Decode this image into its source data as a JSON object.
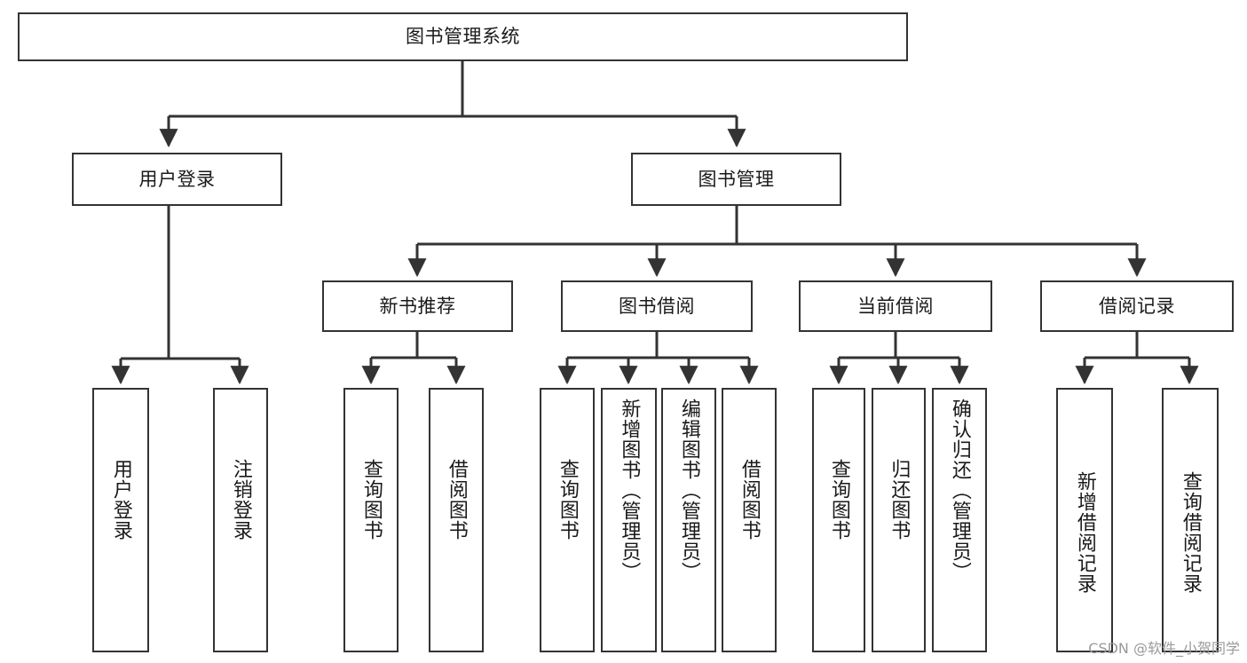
{
  "diagram": {
    "title": "图书管理系统",
    "type": "tree",
    "stroke_color": "#333333",
    "fill_color": "#ffffff",
    "text_color": "#1a1a1a",
    "root": {
      "id": "root",
      "label": "图书管理系统"
    },
    "level1": [
      {
        "id": "user-login",
        "label": "用户登录"
      },
      {
        "id": "book-manage",
        "label": "图书管理"
      }
    ],
    "level2": [
      {
        "id": "new-book-rec",
        "label": "新书推荐"
      },
      {
        "id": "book-borrow",
        "label": "图书借阅"
      },
      {
        "id": "current-borrow",
        "label": "当前借阅"
      },
      {
        "id": "borrow-record",
        "label": "借阅记录"
      }
    ],
    "leaves": [
      {
        "id": "leaf-user-login",
        "label": "用户登录",
        "parent": "user-login"
      },
      {
        "id": "leaf-user-logout",
        "label": "注销登录",
        "parent": "user-login"
      },
      {
        "id": "leaf-query-book-1",
        "label": "查询图书",
        "parent": "new-book-rec"
      },
      {
        "id": "leaf-borrow-book-1",
        "label": "借阅图书",
        "parent": "new-book-rec"
      },
      {
        "id": "leaf-query-book-2",
        "label": "查询图书",
        "parent": "book-borrow"
      },
      {
        "id": "leaf-add-book",
        "label": "新增图书（管理员）",
        "parent": "book-borrow"
      },
      {
        "id": "leaf-edit-book",
        "label": "编辑图书（管理员）",
        "parent": "book-borrow"
      },
      {
        "id": "leaf-borrow-book-2",
        "label": "借阅图书",
        "parent": "book-borrow"
      },
      {
        "id": "leaf-query-book-3",
        "label": "查询图书",
        "parent": "current-borrow"
      },
      {
        "id": "leaf-return-book",
        "label": "归还图书",
        "parent": "current-borrow"
      },
      {
        "id": "leaf-confirm-return",
        "label": "确认归还（管理员）",
        "parent": "current-borrow"
      },
      {
        "id": "leaf-add-record",
        "label": "新增借阅记录",
        "parent": "borrow-record"
      },
      {
        "id": "leaf-query-record",
        "label": "查询借阅记录",
        "parent": "borrow-record"
      }
    ]
  },
  "watermark": {
    "text": "CSDN @软件_小贺同学"
  }
}
